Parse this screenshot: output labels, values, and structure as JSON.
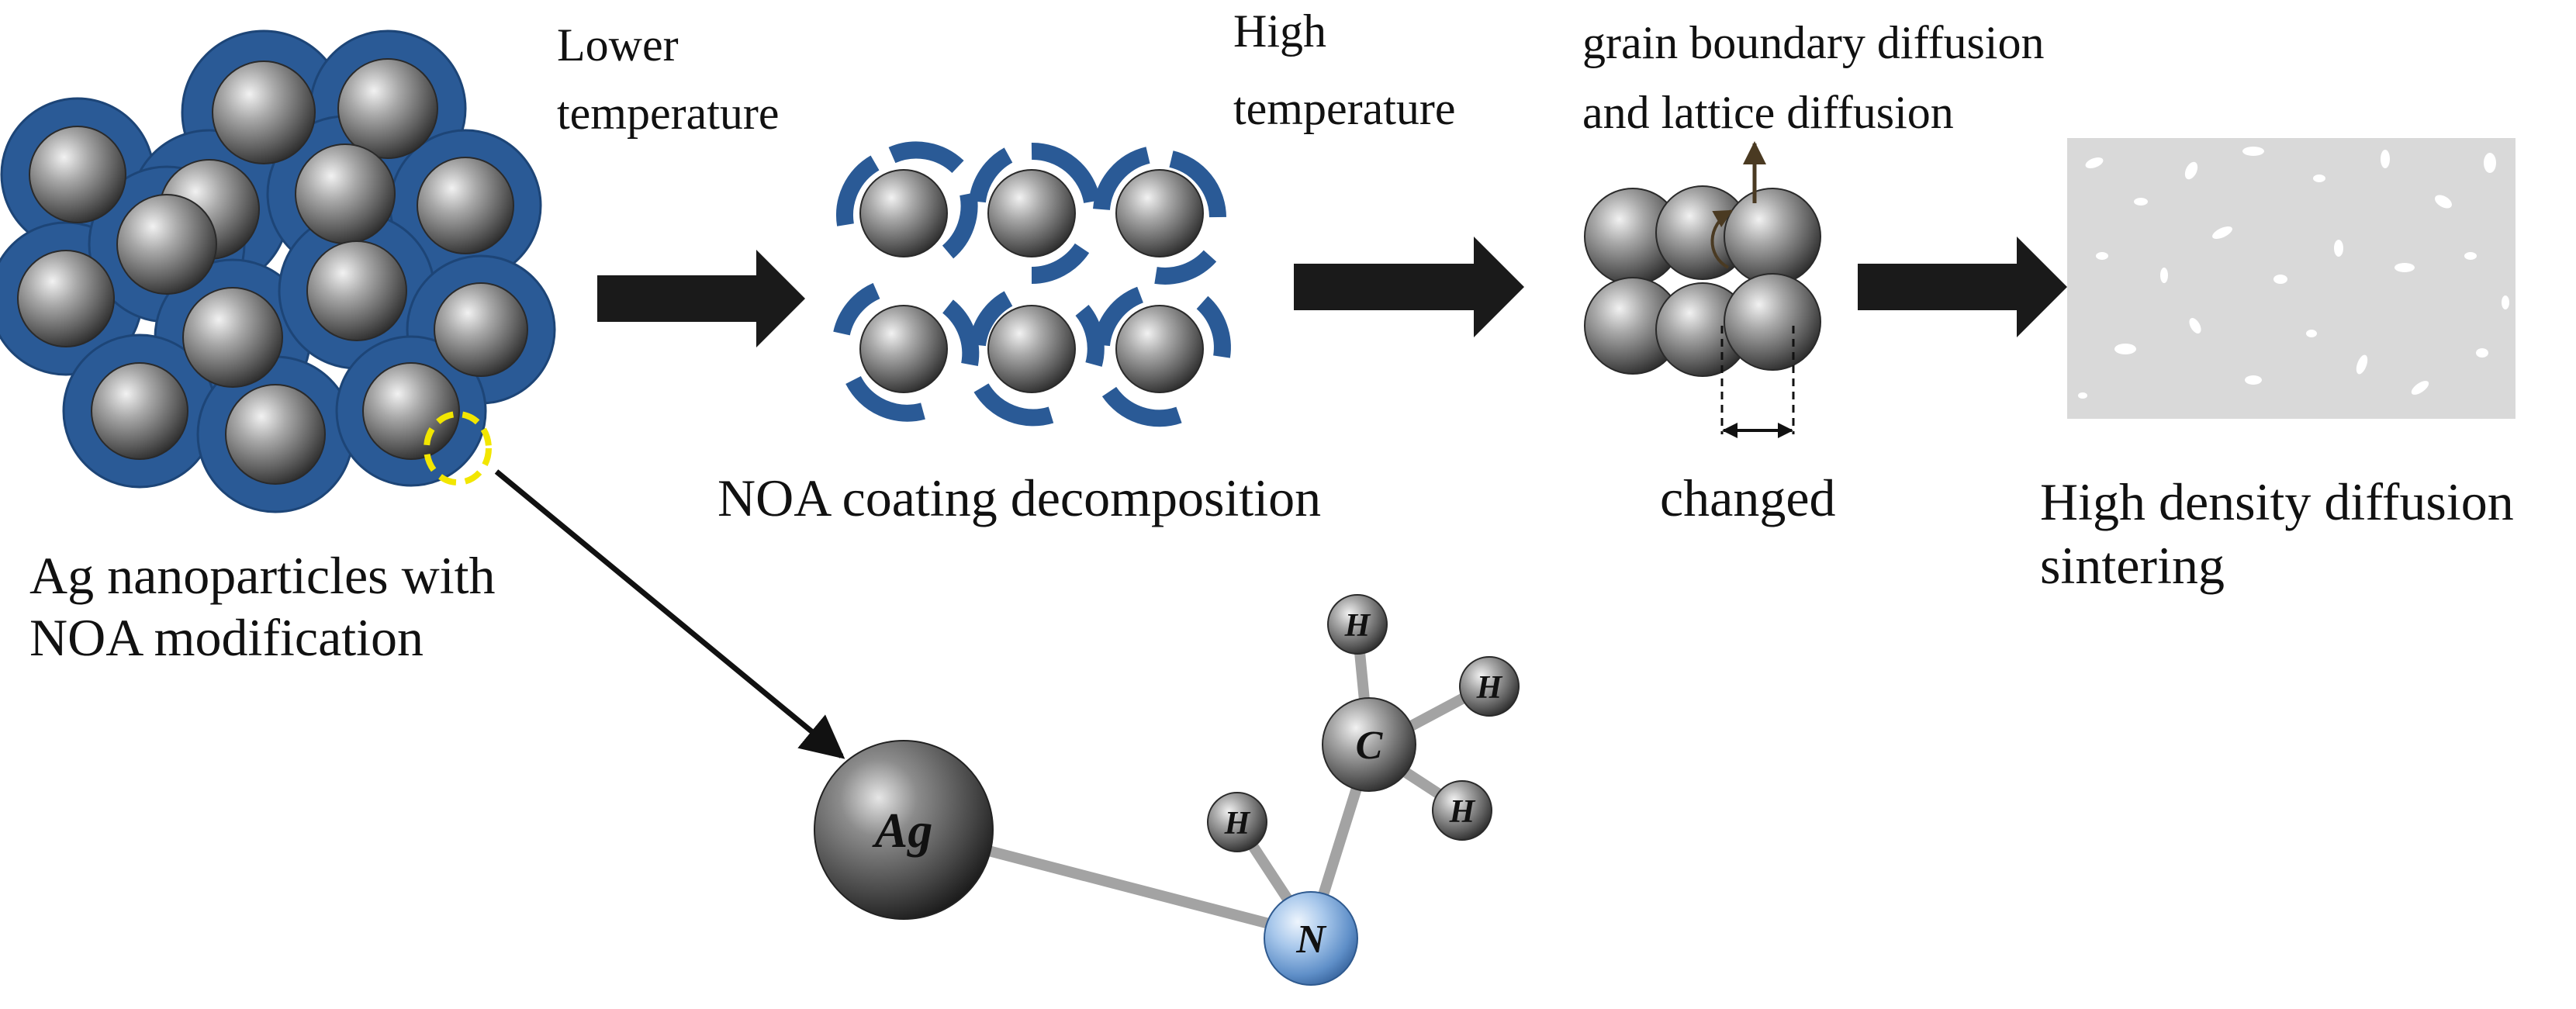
{
  "stage1": {
    "caption_line1": "Ag nanoparticles with",
    "caption_line2": "NOA modification"
  },
  "arrow1": {
    "label_line1": "Lower",
    "label_line2": "temperature"
  },
  "stage2": {
    "caption": "NOA coating decomposition"
  },
  "arrow2": {
    "label_line1": "High",
    "label_line2": "temperature"
  },
  "stage3": {
    "label_line1": "grain boundary diffusion",
    "label_line2": "and lattice diffusion",
    "caption": "changed"
  },
  "stage4": {
    "caption_line1": "High density diffusion",
    "caption_line2": "sintering"
  },
  "molecule": {
    "atoms": {
      "ag": "Ag",
      "n": "N",
      "c": "C",
      "h": "H"
    }
  },
  "colors": {
    "coating": "#2a5a96",
    "particle": "#6f6f6f",
    "arrow": "#1a1a1a",
    "highlight": "#f2e600",
    "nitrogen": "#8fb4de",
    "sinter_background": "#d9d9d9"
  }
}
